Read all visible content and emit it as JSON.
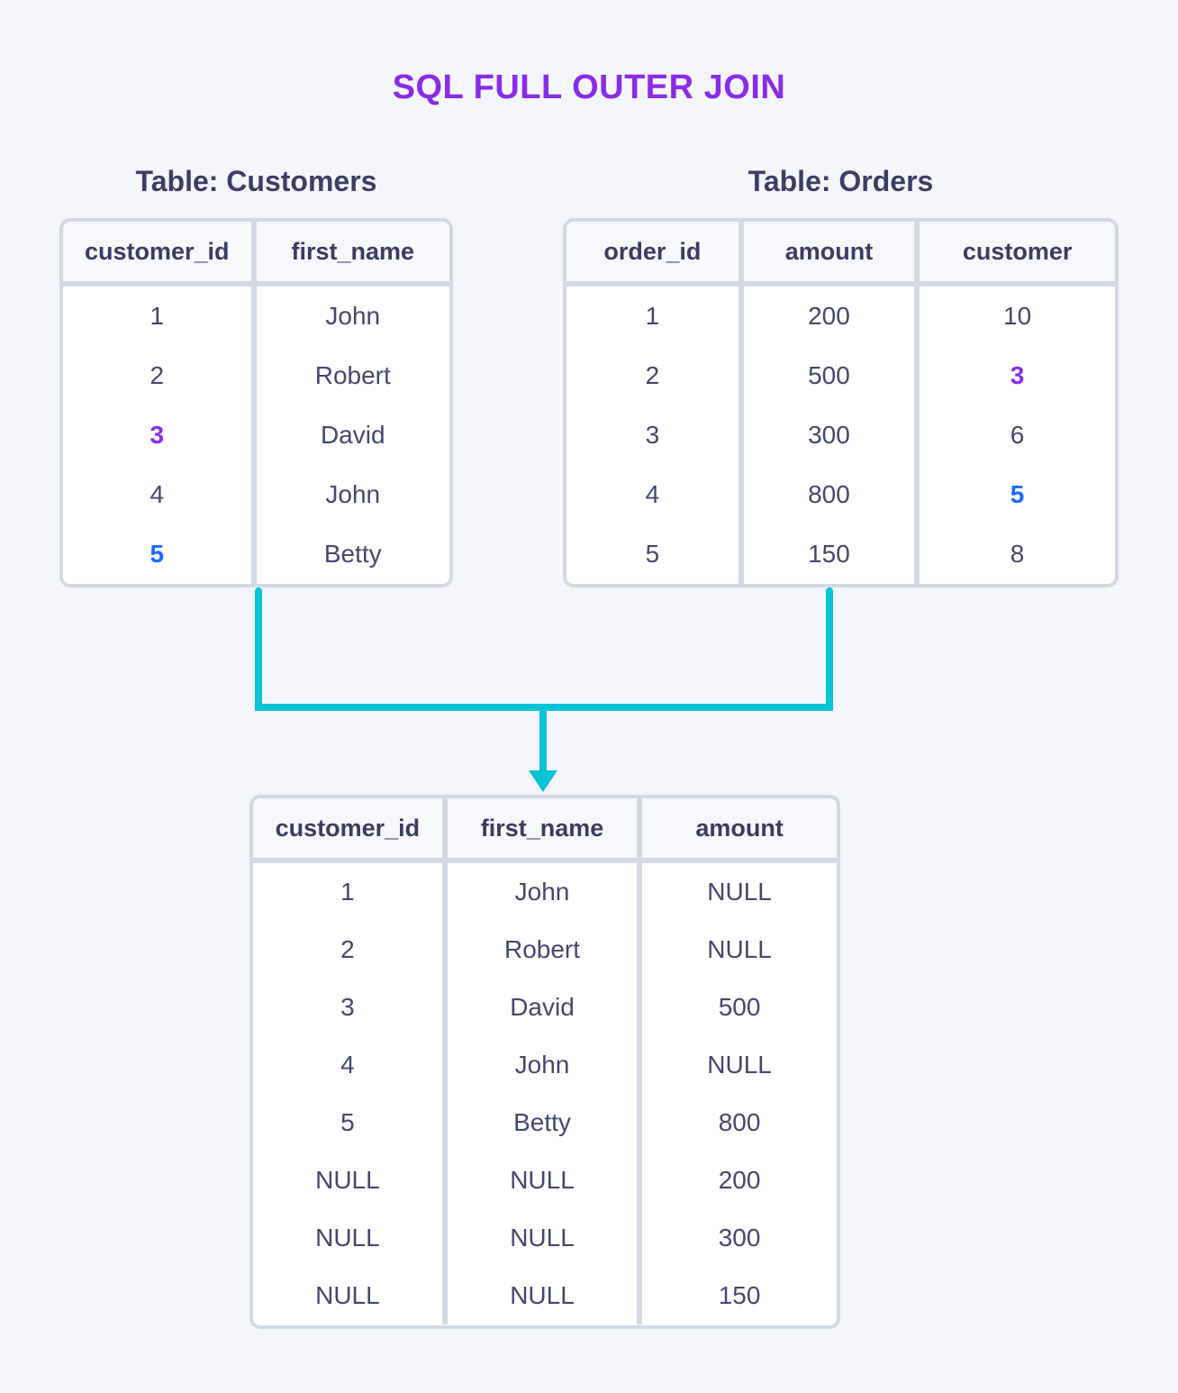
{
  "title": "SQL FULL OUTER JOIN",
  "colors": {
    "title_purple": "#8A2BE9",
    "highlight_purple": "#8A2BE9",
    "highlight_blue": "#1A6BFF",
    "arrow_cyan": "#06C3D6",
    "text_navy": "#424870",
    "header_text_navy": "#383D63",
    "table_border": "#D3D9E3",
    "header_bg": "#F7F8FB",
    "page_bg": "#F5F6FB",
    "cell_bg": "#FFFFFF"
  },
  "customers_table": {
    "label": "Table: Customers",
    "columns": [
      "customer_id",
      "first_name"
    ],
    "rows": [
      [
        {
          "text": "1"
        },
        {
          "text": "John"
        }
      ],
      [
        {
          "text": "2"
        },
        {
          "text": "Robert"
        }
      ],
      [
        {
          "text": "3",
          "highlight": "purple"
        },
        {
          "text": "David"
        }
      ],
      [
        {
          "text": "4"
        },
        {
          "text": "John"
        }
      ],
      [
        {
          "text": "5",
          "highlight": "blue"
        },
        {
          "text": "Betty"
        }
      ]
    ]
  },
  "orders_table": {
    "label": "Table: Orders",
    "columns": [
      "order_id",
      "amount",
      "customer"
    ],
    "rows": [
      [
        {
          "text": "1"
        },
        {
          "text": "200"
        },
        {
          "text": "10"
        }
      ],
      [
        {
          "text": "2"
        },
        {
          "text": "500"
        },
        {
          "text": "3",
          "highlight": "purple"
        }
      ],
      [
        {
          "text": "3"
        },
        {
          "text": "300"
        },
        {
          "text": "6"
        }
      ],
      [
        {
          "text": "4"
        },
        {
          "text": "800"
        },
        {
          "text": "5",
          "highlight": "blue"
        }
      ],
      [
        {
          "text": "5"
        },
        {
          "text": "150"
        },
        {
          "text": "8"
        }
      ]
    ]
  },
  "result_table": {
    "columns": [
      "customer_id",
      "first_name",
      "amount"
    ],
    "rows": [
      [
        {
          "text": "1"
        },
        {
          "text": "John"
        },
        {
          "text": "NULL"
        }
      ],
      [
        {
          "text": "2"
        },
        {
          "text": "Robert"
        },
        {
          "text": "NULL"
        }
      ],
      [
        {
          "text": "3"
        },
        {
          "text": "David"
        },
        {
          "text": "500"
        }
      ],
      [
        {
          "text": "4"
        },
        {
          "text": "John"
        },
        {
          "text": "NULL"
        }
      ],
      [
        {
          "text": "5"
        },
        {
          "text": "Betty"
        },
        {
          "text": "800"
        }
      ],
      [
        {
          "text": "NULL"
        },
        {
          "text": "NULL"
        },
        {
          "text": "200"
        }
      ],
      [
        {
          "text": "NULL"
        },
        {
          "text": "NULL"
        },
        {
          "text": "300"
        }
      ],
      [
        {
          "text": "NULL"
        },
        {
          "text": "NULL"
        },
        {
          "text": "150"
        }
      ]
    ]
  }
}
